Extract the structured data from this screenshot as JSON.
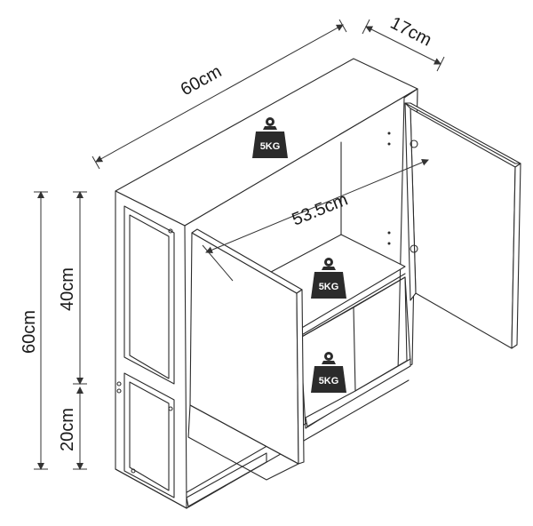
{
  "dimensions": {
    "width": "60cm",
    "depth": "17cm",
    "height": "60cm",
    "upper_height": "40cm",
    "lower_height": "20cm",
    "inner_width": "53.5cm"
  },
  "load_badges": {
    "top": "5KG",
    "middle_shelf": "5KG",
    "bottom_shelf": "5KG"
  },
  "colors": {
    "line": "#2b2b2b",
    "weight_icon": "#2b2b2b",
    "background": "#ffffff"
  }
}
